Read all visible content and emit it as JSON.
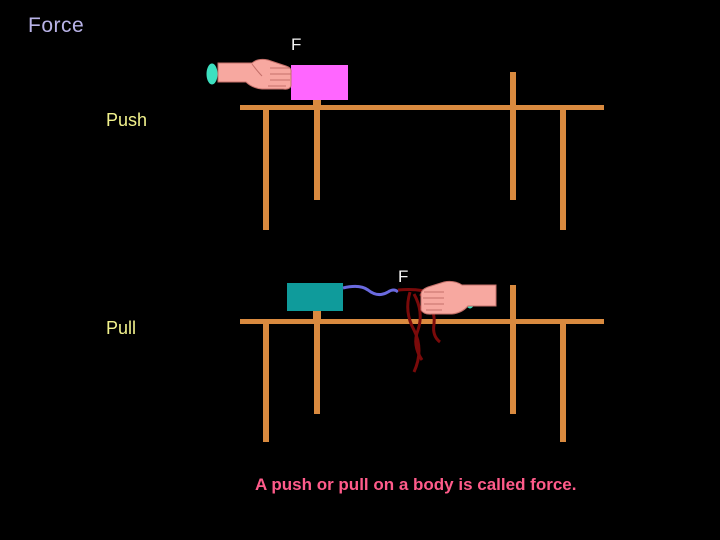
{
  "title": "Force",
  "labels": {
    "push": "Push",
    "pull": "Pull",
    "force_top": "F",
    "force_bottom": "F"
  },
  "caption": "A push or pull on a body is called force.",
  "colors": {
    "background": "#000000",
    "title": "#b9b3e8",
    "label": "#f2f28c",
    "caption": "#ff5b8a",
    "table": "#d98a3f",
    "push_block": "#ff66ff",
    "pull_block": "#0f9b9b",
    "hand": "#f7a8a0",
    "cuff": "#3de0c0",
    "string": "#6a6adf",
    "rope": "#7a0a0a"
  },
  "icons": {
    "push_hand": "pushing-hand-icon",
    "pull_hand": "pulling-hand-icon"
  }
}
